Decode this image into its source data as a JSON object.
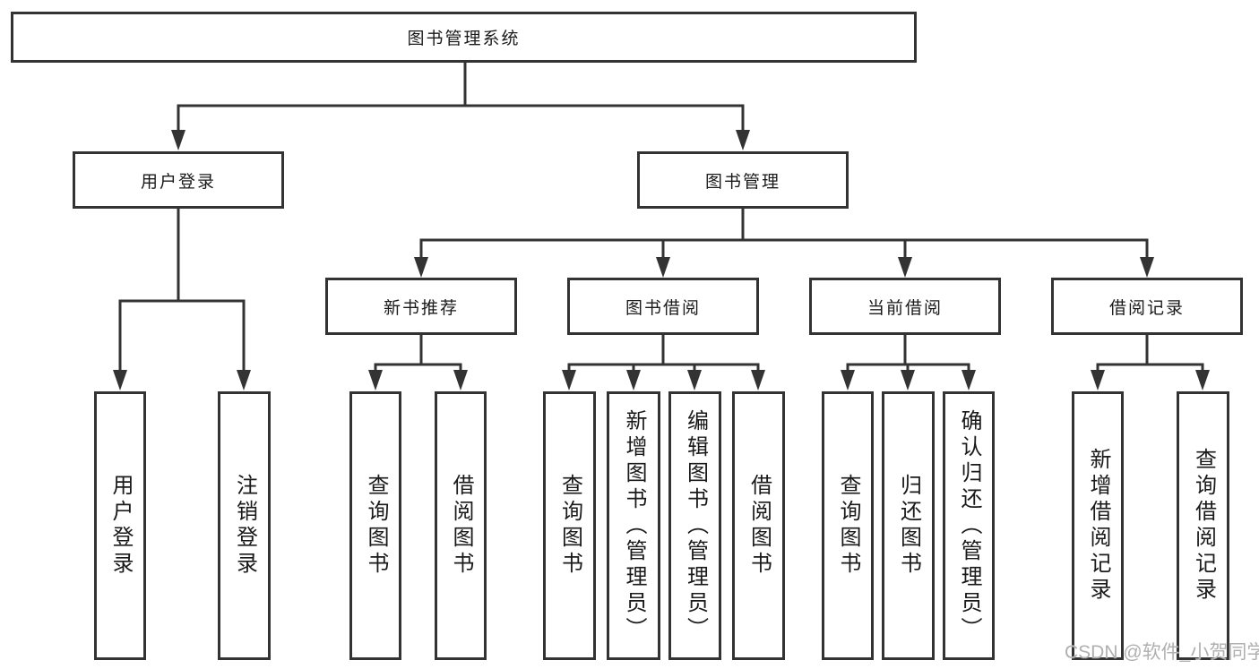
{
  "title": "图书管理系统",
  "tree": {
    "root": {
      "label": "图书管理系统",
      "children": [
        {
          "label": "用户登录",
          "children": [
            {
              "label": "用户登录"
            },
            {
              "label": "注销登录"
            }
          ]
        },
        {
          "label": "图书管理",
          "children": [
            {
              "label": "新书推荐",
              "children": [
                {
                  "label": "查询图书"
                },
                {
                  "label": "借阅图书"
                }
              ]
            },
            {
              "label": "图书借阅",
              "children": [
                {
                  "label": "查询图书"
                },
                {
                  "label": "新增图书（管理员）"
                },
                {
                  "label": "编辑图书（管理员）"
                },
                {
                  "label": "借阅图书"
                }
              ]
            },
            {
              "label": "当前借阅",
              "children": [
                {
                  "label": "查询图书"
                },
                {
                  "label": "归还图书"
                },
                {
                  "label": "确认归还（管理员）"
                }
              ]
            },
            {
              "label": "借阅记录",
              "children": [
                {
                  "label": "新增借阅记录"
                },
                {
                  "label": "查询借阅记录"
                }
              ]
            }
          ]
        }
      ]
    }
  },
  "watermark": {
    "text": "CSDN @软件_小贺同学"
  },
  "colors": {
    "line": "#333333",
    "text": "#1a1a1a",
    "watermark": "#b0b0b0",
    "background": "#ffffff"
  }
}
